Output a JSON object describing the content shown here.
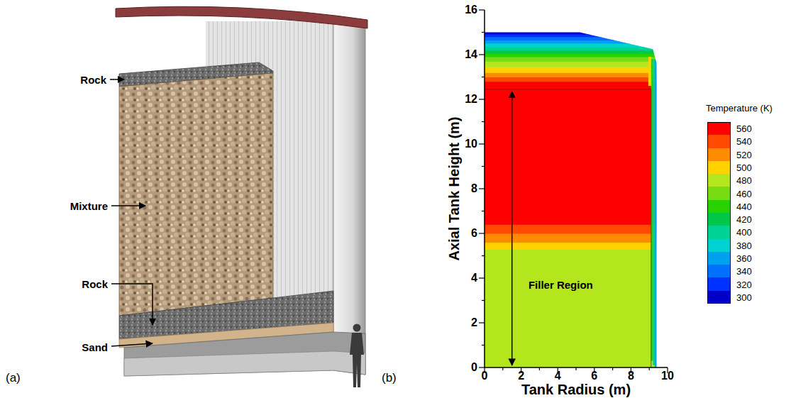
{
  "diagram": {
    "labels": [
      "(a)",
      "Rock",
      "Mixture",
      "Rock",
      "Sand",
      "(b)",
      "16",
      "14",
      "12",
      "10",
      "8",
      "6",
      "4",
      "2",
      "0",
      "Axial Tank Height (m)",
      "Filler Region",
      "0",
      "2",
      "4",
      "6",
      "8",
      "10",
      "Tank Radius (m)",
      "Temperature (K)"
    ],
    "legend": [
      {
        "text": "560",
        "color": "#ff0000"
      },
      {
        "text": "540",
        "color": "#ff4a00"
      },
      {
        "text": "520",
        "color": "#ff8c00"
      },
      {
        "text": "500",
        "color": "#ffd200"
      },
      {
        "text": "480",
        "color": "#b4e61e"
      },
      {
        "text": "460",
        "color": "#78dc14"
      },
      {
        "text": "440",
        "color": "#28d200"
      },
      {
        "text": "420",
        "color": "#00c846"
      },
      {
        "text": "400",
        "color": "#00d296"
      },
      {
        "text": "380",
        "color": "#00d2d2"
      },
      {
        "text": "360",
        "color": "#00a0f0"
      },
      {
        "text": "340",
        "color": "#0070ff"
      },
      {
        "text": "320",
        "color": "#0032ff"
      },
      {
        "text": "300",
        "color": "#0000c8"
      }
    ]
  }
}
